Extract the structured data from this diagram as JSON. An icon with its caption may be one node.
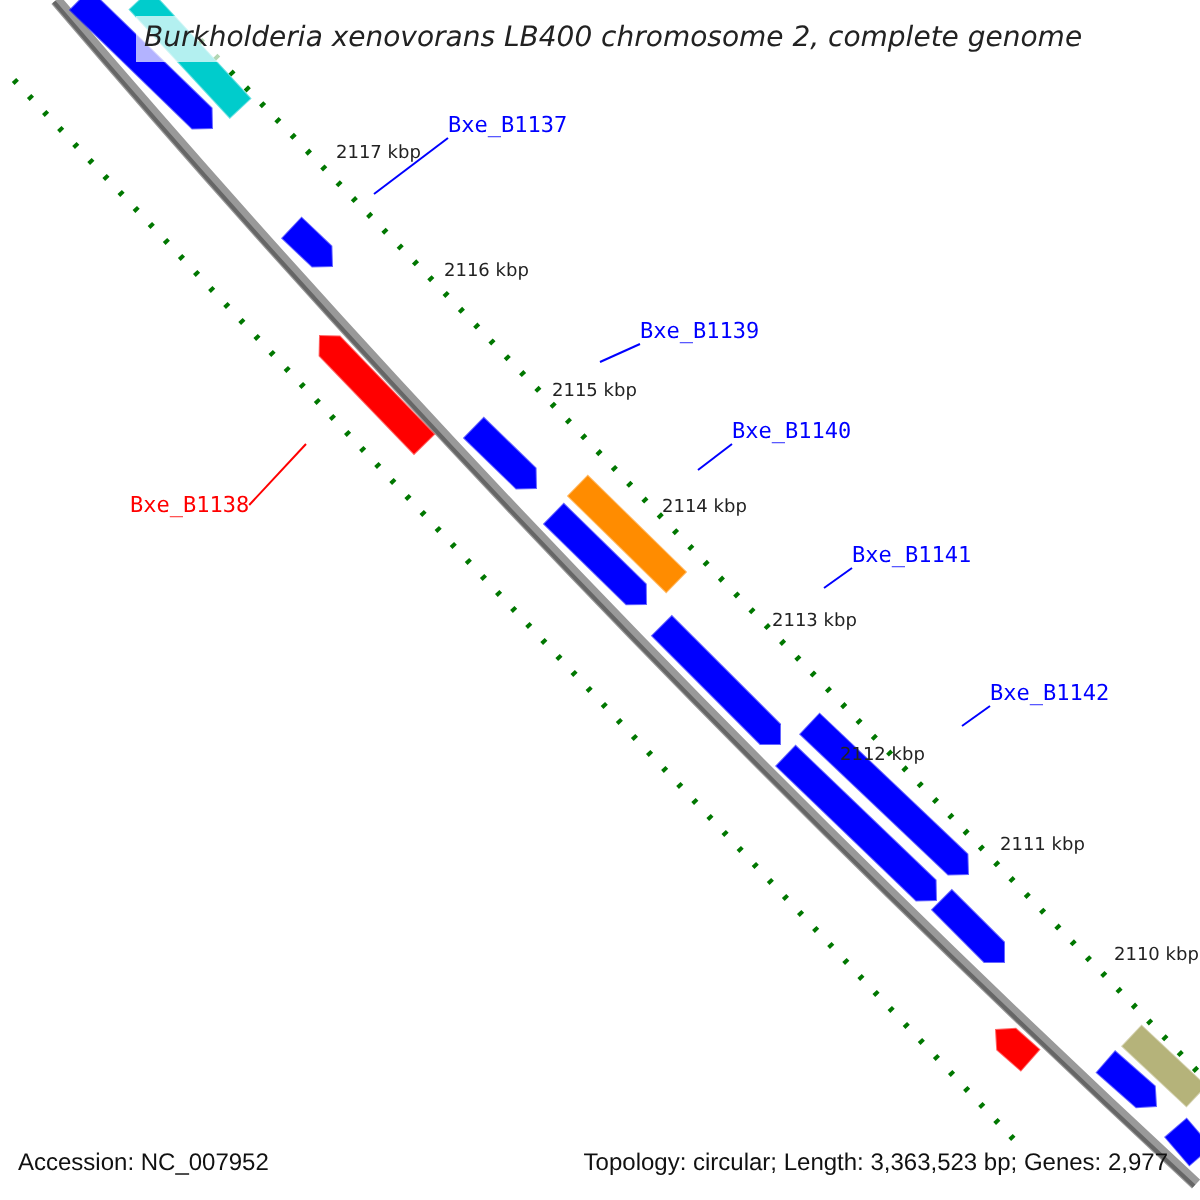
{
  "diagram": {
    "title": "Burkholderia xenovorans LB400 chromosome 2, complete genome",
    "nodes": [
      {
        "text": [
          "Bxe_B1137"
        ]
      },
      {
        "text": [
          "Bxe_B1138"
        ]
      },
      {
        "text": [
          "Bxe_B1139"
        ]
      },
      {
        "text": [
          "Bxe_B1140"
        ]
      },
      {
        "text": [
          "Bxe_B1141"
        ]
      },
      {
        "text": [
          "Bxe_B1142"
        ]
      }
    ],
    "edges": [
      {
        "from": 0,
        "to": null,
        "arrow": "none"
      },
      {
        "from": 1,
        "to": null,
        "arrow": "none",
        "color": "#ff0000"
      },
      {
        "from": 2,
        "to": null,
        "arrow": "none"
      },
      {
        "from": 3,
        "to": null,
        "arrow": "none"
      },
      {
        "from": 4,
        "to": null,
        "arrow": "none"
      },
      {
        "from": 5,
        "to": null,
        "arrow": "none"
      }
    ],
    "labels": [
      "2117 kbp",
      "2116 kbp",
      "2115 kbp",
      "2114 kbp",
      "2113 kbp",
      "2112 kbp",
      "2111 kbp",
      "2110 kbp",
      "Accession: NC_007952",
      "Topology: circular; Length: 3,363,523 bp; Genes: 2,977"
    ]
  }
}
